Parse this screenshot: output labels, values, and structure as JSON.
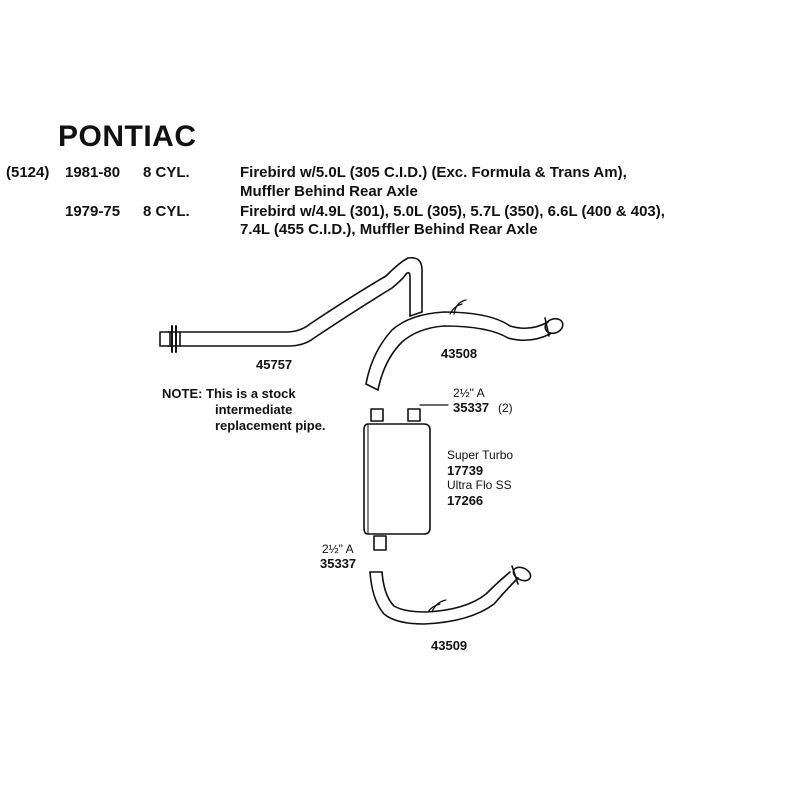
{
  "header": {
    "make": "PONTIAC"
  },
  "applications": [
    {
      "code": "(5124)",
      "years": "1981-80",
      "engine": "8 CYL.",
      "line1": "Firebird w/5.0L (305 C.I.D.) (Exc. Formula & Trans Am),",
      "line2": "Muffler Behind Rear Axle"
    },
    {
      "code": "",
      "years": "1979-75",
      "engine": "8 CYL.",
      "line1": "Firebird w/4.9L (301), 5.0L (305), 5.7L (350), 6.6L (400 & 403),",
      "line2": "7.4L (455 C.I.D.), Muffler Behind Rear Axle"
    }
  ],
  "parts": {
    "intermediate_pipe": "45757",
    "front_tailpipe": "43508",
    "rear_tailpipe": "43509",
    "clamp_upper_size": "2½\" A",
    "clamp_upper_part": "35337",
    "clamp_upper_qty": "(2)",
    "clamp_lower_size": "2½\" A",
    "clamp_lower_part": "35337",
    "muffler_1_name": "Super Turbo",
    "muffler_1_part": "17739",
    "muffler_2_name": "Ultra Flo SS",
    "muffler_2_part": "17266"
  },
  "note": {
    "line1": "NOTE: This is a stock",
    "line2": "intermediate",
    "line3": "replacement pipe."
  }
}
